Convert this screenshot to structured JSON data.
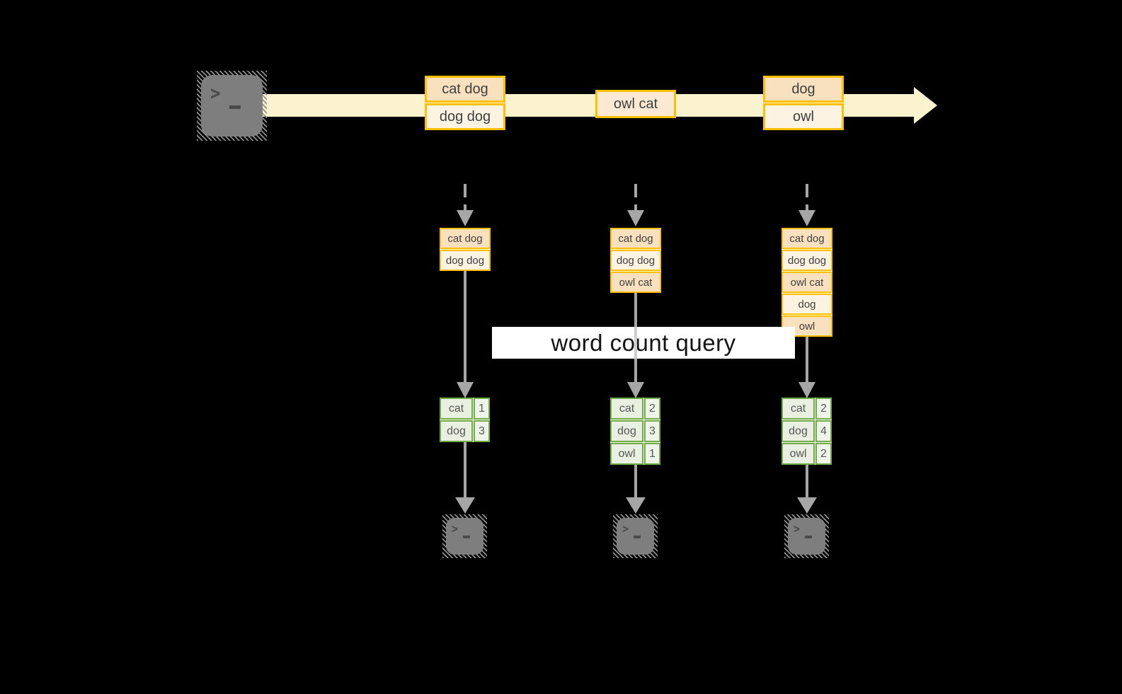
{
  "query": {
    "label": "word count query"
  },
  "colors": {
    "background": "#000000",
    "stream_band": "#FBF2CF",
    "record_border": "#FFC000",
    "record_fill_dark": "#F9E0BE",
    "record_fill_light": "#FDF3E3",
    "table_border": "#71AC46",
    "table_fill": "#E9EFE1",
    "connector_gray": "#A6A6A6",
    "terminal_gray": "#7E7E7E",
    "query_box": "#FFFFFF"
  },
  "icons": {
    "source": "terminal-icon",
    "sink": "terminal-icon"
  },
  "stream": {
    "batches": [
      {
        "rows": [
          "cat dog",
          "dog dog"
        ]
      },
      {
        "rows": [
          "owl cat"
        ]
      },
      {
        "rows": [
          "dog",
          "owl"
        ]
      }
    ]
  },
  "columns": [
    {
      "input": [
        "cat dog",
        "dog dog"
      ],
      "counts": [
        {
          "word": "cat",
          "n": "1"
        },
        {
          "word": "dog",
          "n": "3"
        }
      ]
    },
    {
      "input": [
        "cat dog",
        "dog dog",
        "owl cat"
      ],
      "counts": [
        {
          "word": "cat",
          "n": "2"
        },
        {
          "word": "dog",
          "n": "3"
        },
        {
          "word": "owl",
          "n": "1"
        }
      ]
    },
    {
      "input": [
        "cat dog",
        "dog dog",
        "owl cat",
        "dog",
        "owl"
      ],
      "counts": [
        {
          "word": "cat",
          "n": "2"
        },
        {
          "word": "dog",
          "n": "4"
        },
        {
          "word": "owl",
          "n": "2"
        }
      ]
    }
  ]
}
